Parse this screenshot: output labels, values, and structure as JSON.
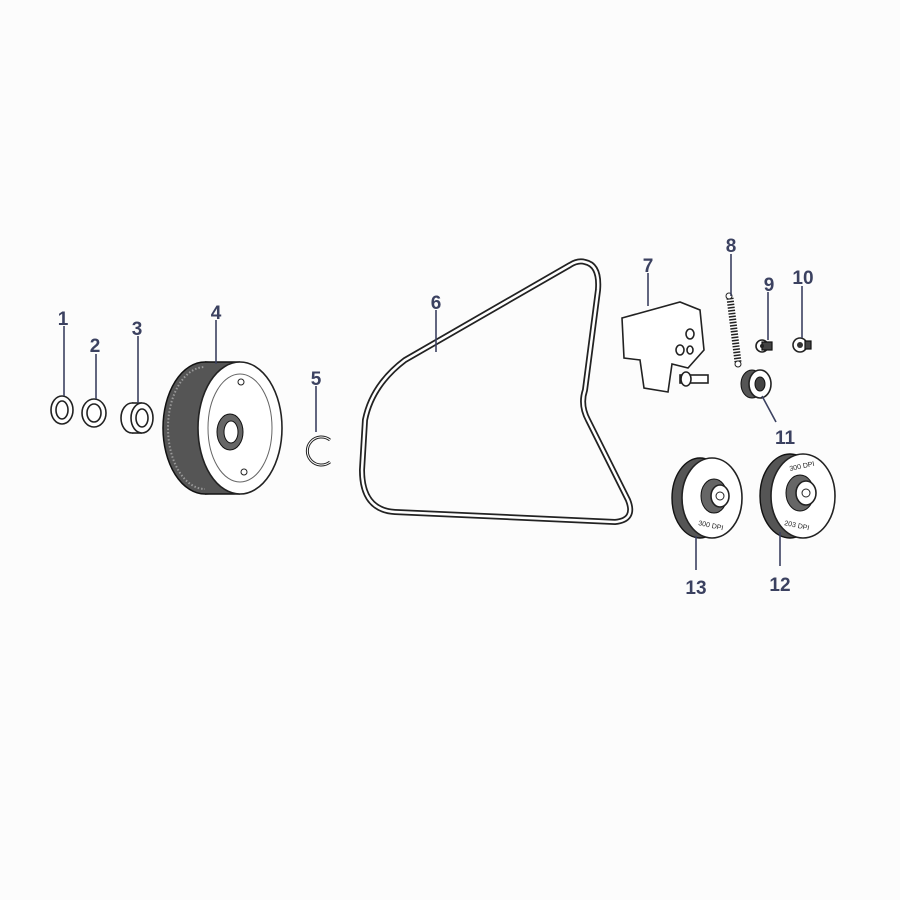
{
  "diagram": {
    "title": "Drive belt and pulley assembly exploded view",
    "callouts": [
      "1",
      "2",
      "3",
      "4",
      "5",
      "6",
      "7",
      "8",
      "9",
      "10",
      "11",
      "12",
      "13"
    ],
    "pulley_12_text": {
      "top": "300 DPI",
      "bottom": "203 DPI"
    },
    "pulley_13_text": "300 DPI",
    "label_color": "#3b4160"
  }
}
